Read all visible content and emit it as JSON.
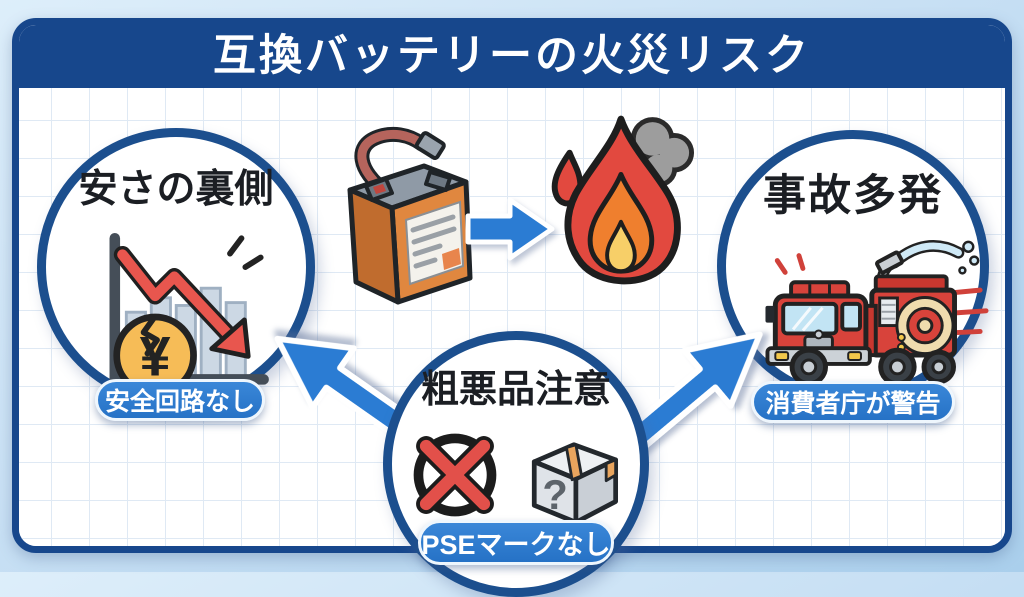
{
  "banner": {
    "title": "互換バッテリーの火災リスク"
  },
  "nodes": {
    "left": {
      "title": "安さの裏側",
      "badge": "安全回路なし"
    },
    "right": {
      "title": "事故多発",
      "badge": "消費者庁が警告"
    },
    "bottom": {
      "title": "粗悪品注意",
      "badge": "PSEマークなし"
    }
  },
  "symbols": {
    "yen": "¥",
    "question": "?"
  },
  "icons": {
    "left_circle": [
      "price-decline-chart-icon",
      "broken-yen-coin-icon"
    ],
    "center": [
      "battery-icon",
      "arrow-right-icon",
      "fire-icon"
    ],
    "right_circle": [
      "fire-truck-icon"
    ],
    "bottom_circle": [
      "prohibited-icon",
      "mystery-box-icon"
    ],
    "connectors": [
      "arrow-up-left-icon",
      "arrow-up-right-icon"
    ]
  },
  "colors": {
    "page_bg": "#bcd9f0",
    "frame_blue": "#17478c",
    "circle_border": "#1c4f8e",
    "badge_blue": "#2e7ed2",
    "arrow_blue": "#2b7cd3",
    "alert_red": "#e2504a",
    "title_text": "#1b1e23",
    "badge_text": "#ffffff",
    "panel_bg": "#ffffff"
  }
}
